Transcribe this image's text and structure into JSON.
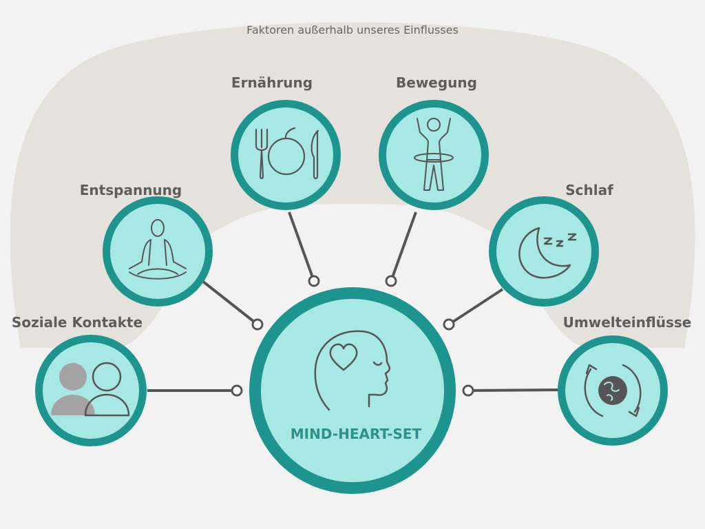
{
  "outer_arc_label": "Faktoren außerhalb unseres Einflusses",
  "center": {
    "label": "MIND-HEART-SET",
    "icon": "head-heart-icon"
  },
  "factors": [
    {
      "label": "Soziale Kontakte",
      "icon": "people-icon"
    },
    {
      "label": "Entspannung",
      "icon": "meditation-icon"
    },
    {
      "label": "Ernährung",
      "icon": "fork-plate-knife-icon"
    },
    {
      "label": "Bewegung",
      "icon": "hula-hoop-person-icon"
    },
    {
      "label": "Schlaf",
      "icon": "moon-zzz-icon"
    },
    {
      "label": "Umwelteinflüsse",
      "icon": "globe-cycle-icon"
    }
  ],
  "colors": {
    "background": "#f2f2f2",
    "arc_fill": "#e5e1dd",
    "ring": "#1d958e",
    "circle_fill": "#a8e8e4",
    "connector": "#555555",
    "label_text": "#5d5d5d",
    "icon_stroke": "#555555",
    "people_icon_fill": "#a3a3a3"
  }
}
